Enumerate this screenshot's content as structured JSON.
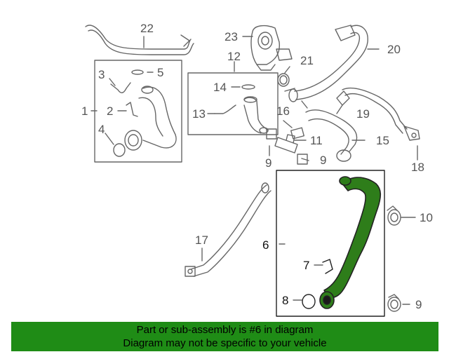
{
  "callouts": {
    "c1": "1",
    "c2": "2",
    "c3": "3",
    "c4": "4",
    "c5": "5",
    "c6": "6",
    "c7": "7",
    "c8": "8",
    "c9a": "9",
    "c9b": "9",
    "c9c": "9",
    "c10": "10",
    "c11": "11",
    "c12": "12",
    "c13": "13",
    "c14": "14",
    "c15": "15",
    "c16": "16",
    "c17": "17",
    "c18": "18",
    "c19": "19",
    "c20": "20",
    "c21": "21",
    "c22": "22",
    "c23": "23"
  },
  "banner": {
    "line1": "Part or sub-assembly is #6 in diagram",
    "line2": "Diagram may not be specific to your vehicle"
  },
  "colors": {
    "highlight_part": "#2e7d1a",
    "banner_bg": "#1f8c16",
    "line_art": "#666666"
  }
}
